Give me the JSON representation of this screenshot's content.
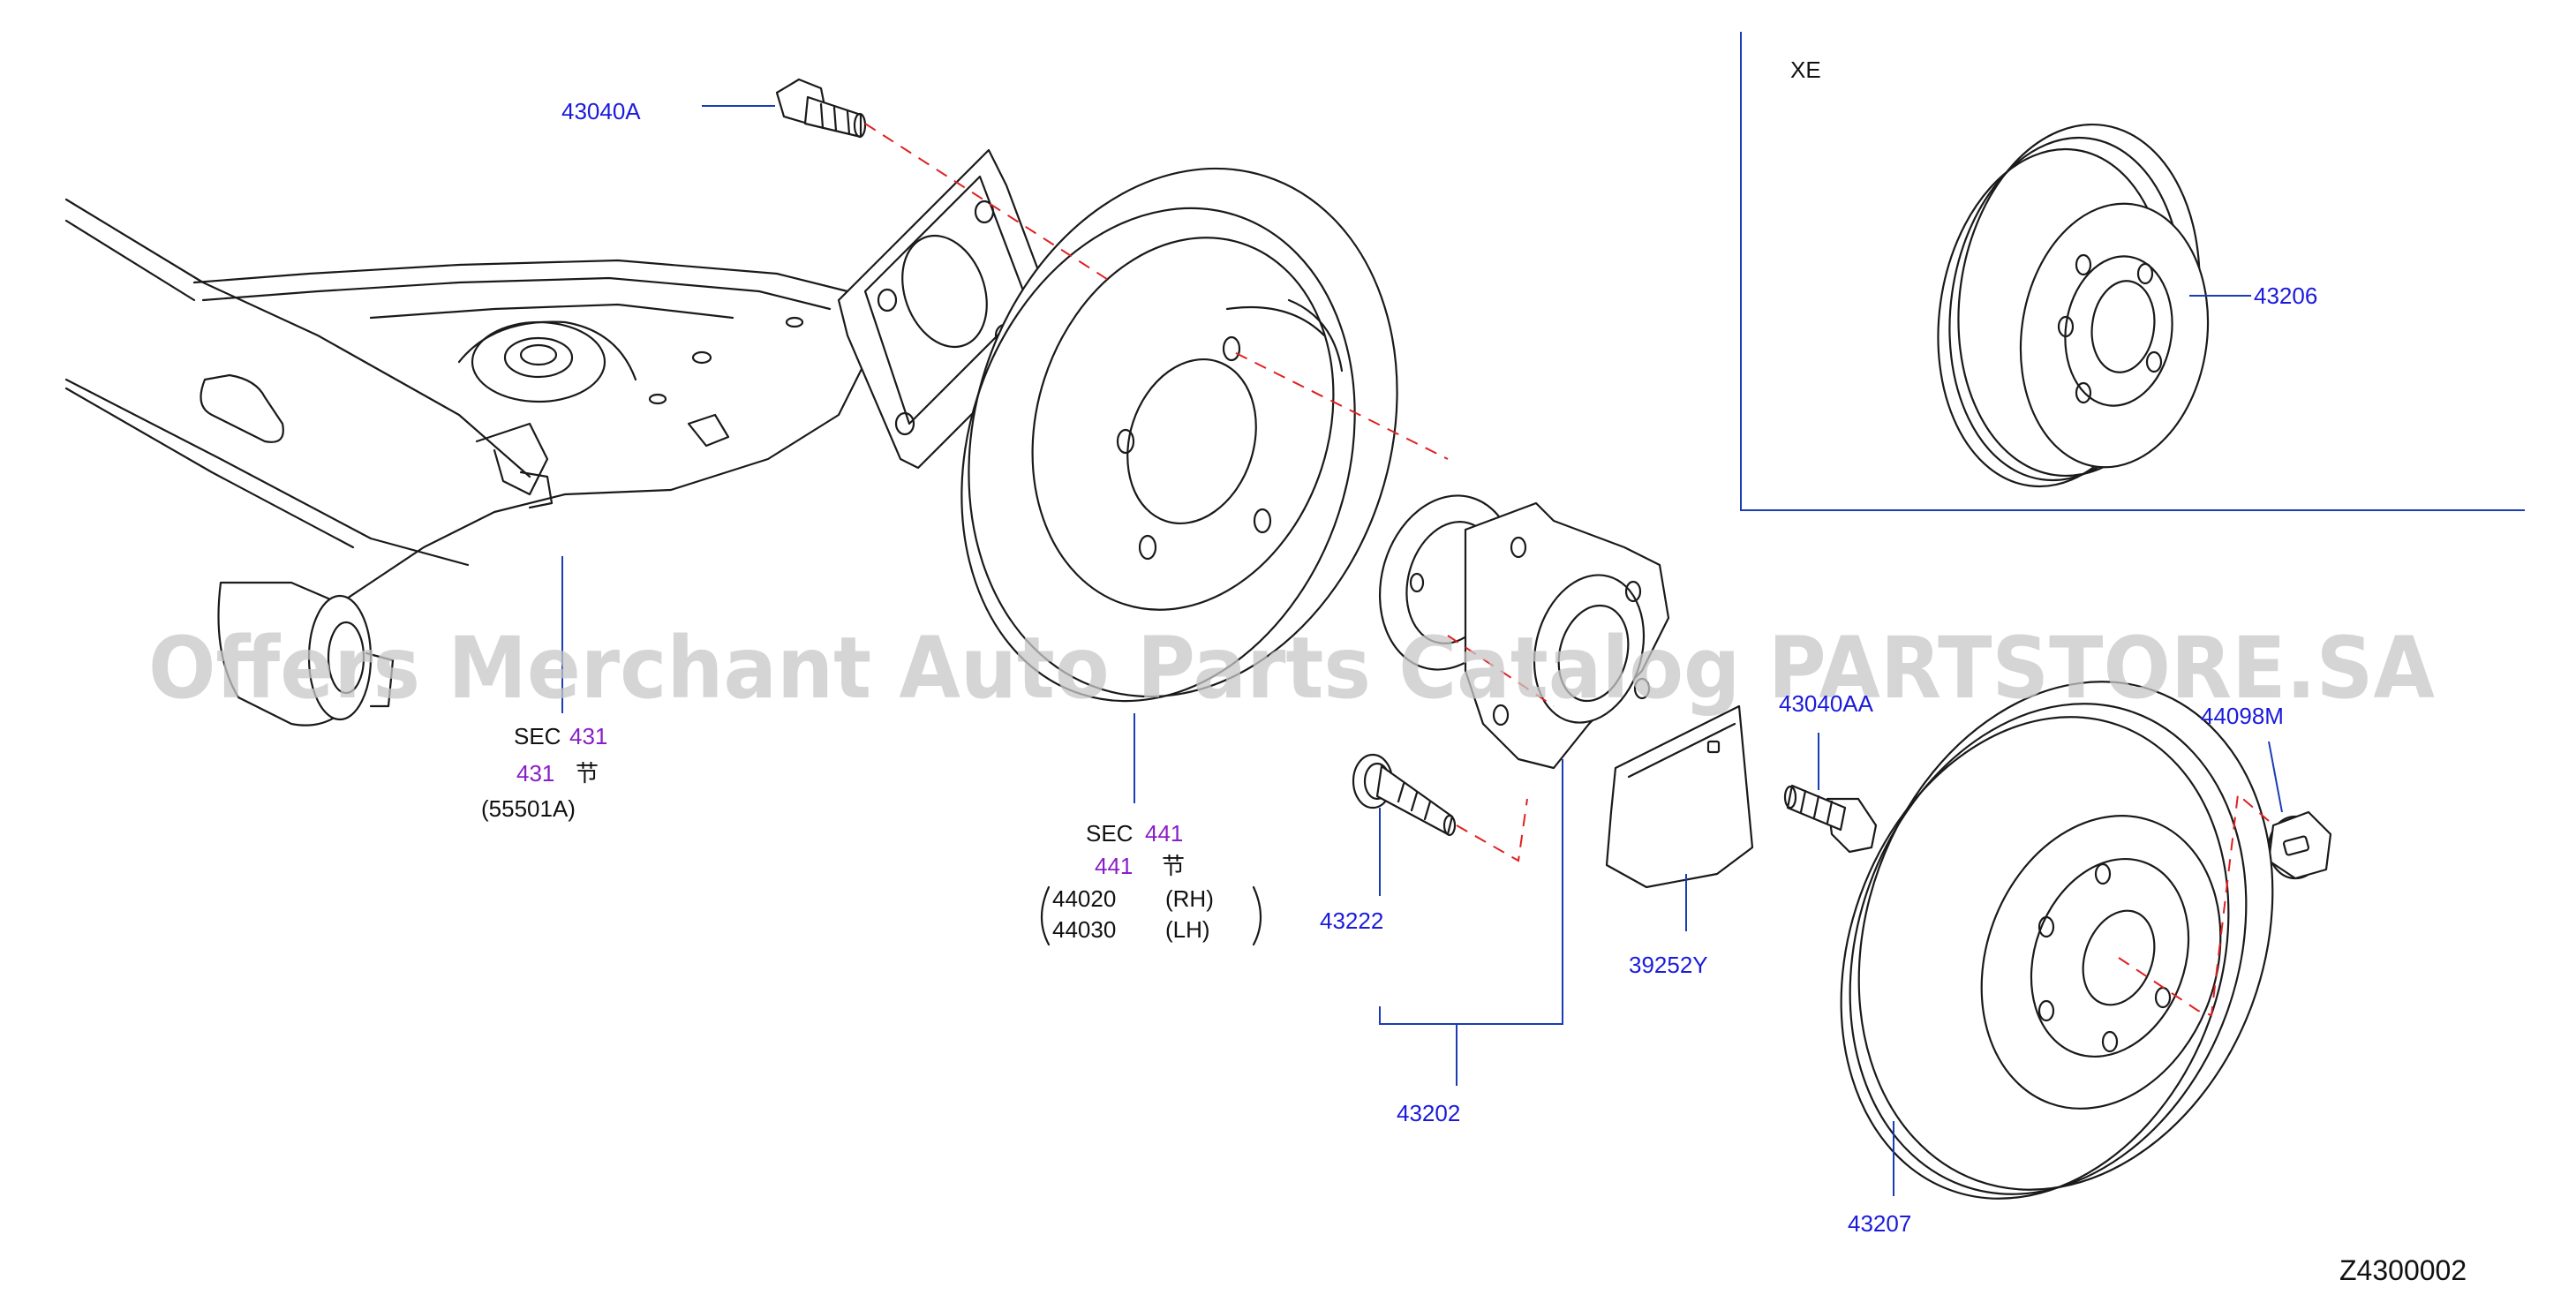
{
  "diagram_code": "Z4300002",
  "watermark": "Offers Merchant Auto Parts Catalog PARTSTORE.SA",
  "inset": {
    "label": "XE"
  },
  "callouts": {
    "p43040A": "43040A",
    "sec431_prefix": "SEC",
    "sec431_num": "431",
    "sec431_sub_num": "431",
    "sec431_sub_glyph": "节",
    "sec431_ref": "(55501A)",
    "sec441_prefix": "SEC",
    "sec441_num": "441",
    "sec441_sub_num": "441",
    "sec441_sub_glyph": "节",
    "p44020": "44020",
    "p44020_side": "(RH)",
    "p44030": "44030",
    "p44030_side": "(LH)",
    "p43222": "43222",
    "p39252Y": "39252Y",
    "p43202": "43202",
    "p43040AA": "43040AA",
    "p44098M": "44098M",
    "p43207": "43207",
    "p43206": "43206"
  }
}
